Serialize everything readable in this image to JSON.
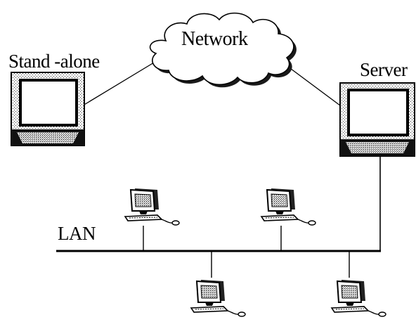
{
  "nodes": {
    "standalone": {
      "label": "Stand -alone"
    },
    "server": {
      "label": "Server"
    },
    "network": {
      "label": "Network"
    },
    "lan": {
      "label": "LAN"
    }
  },
  "workstations": {
    "count": 4
  },
  "colors": {
    "stroke": "#000000",
    "background": "#ffffff",
    "stipple": "#555555"
  }
}
